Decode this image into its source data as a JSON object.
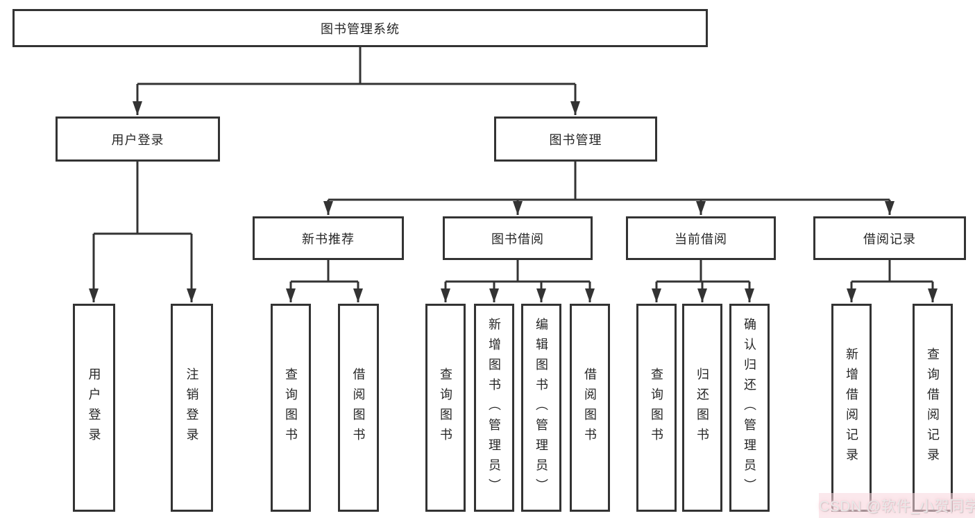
{
  "tree": {
    "label": "图书管理系统",
    "children": [
      {
        "label": "用户登录",
        "children": [
          {
            "label": "用户登录"
          },
          {
            "label": "注销登录"
          }
        ]
      },
      {
        "label": "图书管理",
        "children": [
          {
            "label": "新书推荐",
            "children": [
              {
                "label": "查询图书"
              },
              {
                "label": "借阅图书"
              }
            ]
          },
          {
            "label": "图书借阅",
            "children": [
              {
                "label": "查询图书"
              },
              {
                "label": "新增图书（管理员）"
              },
              {
                "label": "编辑图书（管理员）"
              },
              {
                "label": "借阅图书"
              }
            ]
          },
          {
            "label": "当前借阅",
            "children": [
              {
                "label": "查询图书"
              },
              {
                "label": "归还图书"
              },
              {
                "label": "确认归还（管理员）"
              }
            ]
          },
          {
            "label": "借阅记录",
            "children": [
              {
                "label": "新增借阅记录"
              },
              {
                "label": "查询借阅记录"
              }
            ]
          }
        ]
      }
    ]
  },
  "watermark": {
    "text": "CSDN @软件_小贺同学"
  },
  "colors": {
    "line": "#333333",
    "box_border": "#333333",
    "box_fill": "#ffffff",
    "text": "#262626",
    "watermark_text": "#e9e9e9",
    "watermark_glow": "#f7ccd5"
  }
}
